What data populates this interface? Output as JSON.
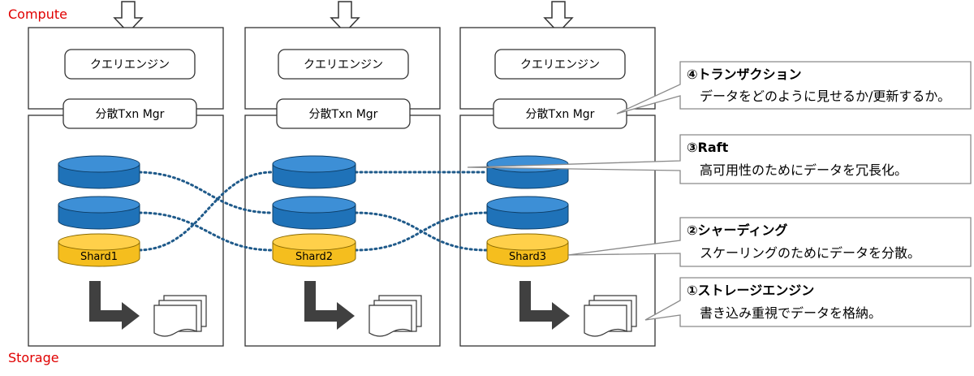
{
  "labels": {
    "compute": "Compute",
    "storage": "Storage"
  },
  "colors": {
    "accent_red": "#e00000",
    "disk_blue": "#1f72b8",
    "disk_blue_top": "#3d8fd6",
    "disk_yellow": "#f5be1e",
    "disk_yellow_top": "#ffd04a",
    "raft_line": "#1f5a8a",
    "callout_border": "#8a8a8a"
  },
  "nodes": [
    {
      "query_engine": "クエリエンジン",
      "txn_mgr": "分散Txn Mgr",
      "shard": "Shard1"
    },
    {
      "query_engine": "クエリエンジン",
      "txn_mgr": "分散Txn Mgr",
      "shard": "Shard2"
    },
    {
      "query_engine": "クエリエンジン",
      "txn_mgr": "分散Txn Mgr",
      "shard": "Shard3"
    }
  ],
  "callouts": [
    {
      "title": "④トランザクション",
      "body": "データをどのように見せるか/更新するか。"
    },
    {
      "title": "③Raft",
      "body": "高可用性のためにデータを冗長化。"
    },
    {
      "title": "②シャーディング",
      "body": "スケーリングのためにデータを分散。"
    },
    {
      "title": "①ストレージエンジン",
      "body": "書き込み重視でデータを格納。"
    }
  ]
}
